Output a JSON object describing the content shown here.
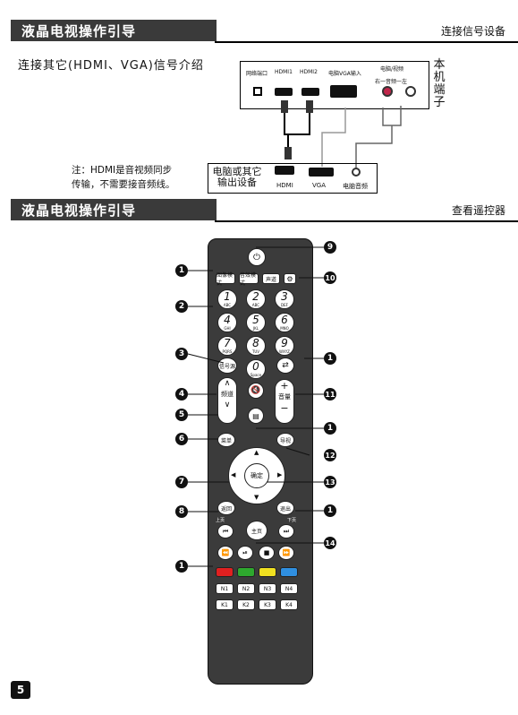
{
  "header1": {
    "title": "液晶电视操作引导",
    "right": "连接信号设备"
  },
  "header2": {
    "title": "液晶电视操作引导",
    "right": "查看遥控器"
  },
  "subtitle": "连接其它(HDMI、VGA)信号介绍",
  "note": {
    "line1": "注：HDMI是音视频同步",
    "line2": "传输，不需要接音频线。"
  },
  "panel": {
    "ports": [
      "网络端口",
      "HDMI1",
      "HDMI2",
      "电脑VGA输入",
      "电脑/视频",
      "右一音频一左"
    ]
  },
  "side_label": [
    "本",
    "机",
    "端",
    "子"
  ],
  "pc": {
    "name_line1": "电脑或其它",
    "name_line2": "输出设备",
    "ports": [
      "HDMI",
      "VGA",
      "电脑音频"
    ]
  },
  "remote": {
    "top_buttons": [
      "图像模式",
      "音效模式",
      "声道"
    ],
    "numbers": [
      {
        "d": "1",
        "l": "ABC"
      },
      {
        "d": "2",
        "l": "ABC"
      },
      {
        "d": "3",
        "l": "DEF"
      },
      {
        "d": "4",
        "l": "GHI"
      },
      {
        "d": "5",
        "l": "JKL"
      },
      {
        "d": "6",
        "l": "MNO"
      },
      {
        "d": "7",
        "l": "PQRS"
      },
      {
        "d": "8",
        "l": "TUV"
      },
      {
        "d": "9",
        "l": "WXYZ"
      },
      {
        "d": "0",
        "l": "Space"
      }
    ],
    "source": "信号源",
    "channel": "频道",
    "volume": "音量",
    "menu": "菜单",
    "guide": "导视",
    "ok": "确定",
    "back": "返回",
    "exit": "退出",
    "home": "主页",
    "prev_page": "上页",
    "next_page": "下页",
    "n_keys": [
      "N1",
      "N2",
      "N3",
      "N4"
    ],
    "k_keys": [
      "K1",
      "K2",
      "K3",
      "K4"
    ],
    "colors": [
      "#e02020",
      "#2ea82e",
      "#f0e020",
      "#2f8fe0"
    ]
  },
  "callouts": [
    "1",
    "2",
    "3",
    "4",
    "5",
    "6",
    "7",
    "8",
    "1",
    "9",
    "10",
    "1",
    "11",
    "1",
    "12",
    "13",
    "1",
    "14"
  ],
  "page_number": "5"
}
